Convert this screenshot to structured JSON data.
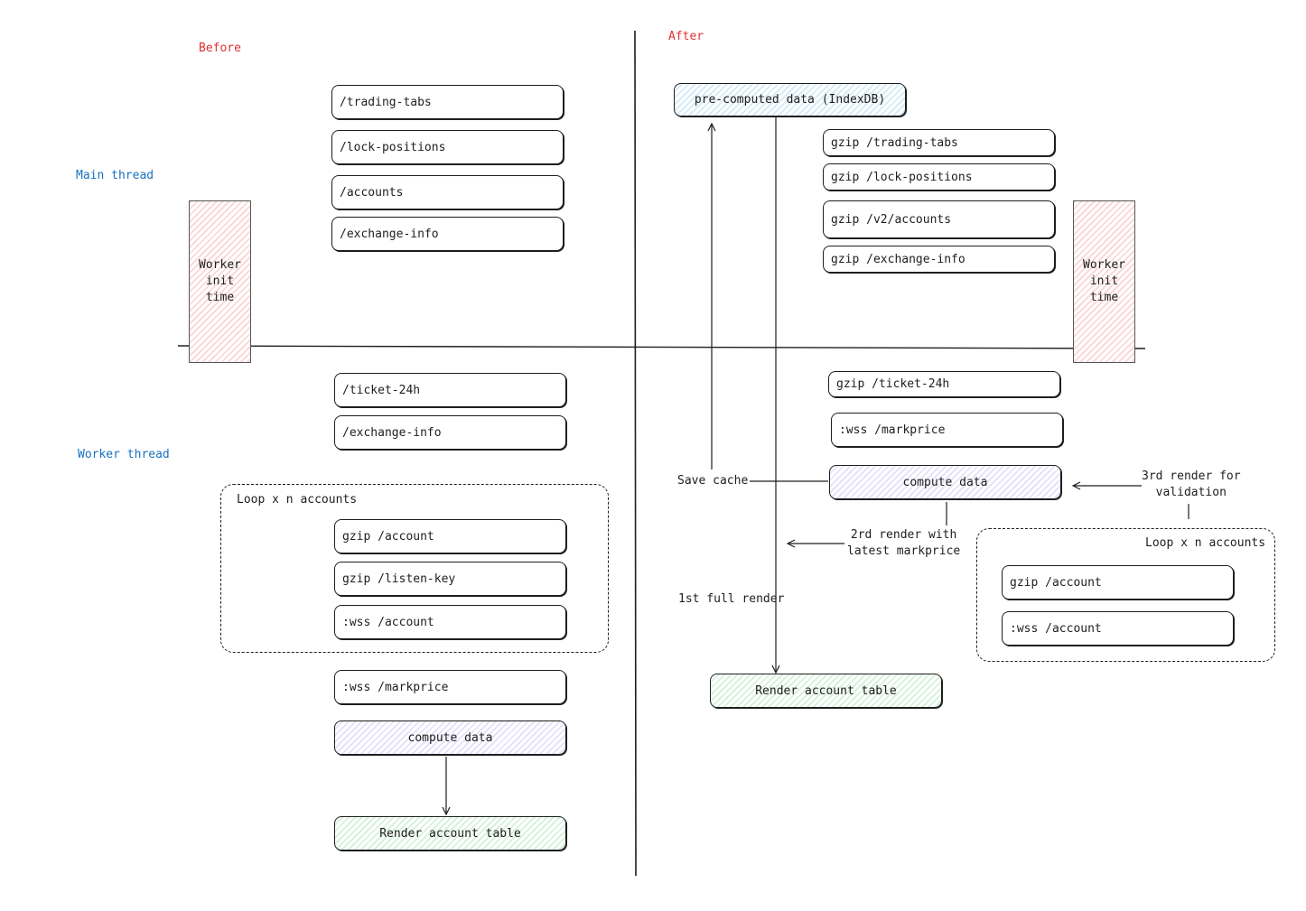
{
  "before": {
    "title": "Before",
    "main_thread_label": "Main thread",
    "worker_thread_label": "Worker thread",
    "worker_init_label": "Worker\ninit time",
    "main_requests": [
      "/trading-tabs",
      "/lock-positions",
      "/accounts",
      "/exchange-info"
    ],
    "worker_requests": [
      "/ticket-24h",
      "/exchange-info"
    ],
    "loop_label": "Loop x n accounts",
    "loop_items": [
      "gzip /account",
      "gzip /listen-key",
      ":wss /account"
    ],
    "markprice": ":wss /markprice",
    "compute": "compute data",
    "render": "Render account table"
  },
  "after": {
    "title": "After",
    "precomputed": "pre-computed data (IndexDB)",
    "worker_init_label": "Worker\ninit time",
    "main_requests": [
      "gzip /trading-tabs",
      "gzip /lock-positions",
      "gzip /v2/accounts",
      "gzip /exchange-info"
    ],
    "worker_requests": [
      "gzip /ticket-24h",
      ":wss /markprice"
    ],
    "compute": "compute data",
    "save_cache": "Save cache",
    "third_render": "3rd render for\nvalidation",
    "second_render": "2rd render with\nlatest markprice",
    "first_render": "1st full render",
    "loop_label": "Loop x n accounts",
    "loop_items": [
      "gzip /account",
      ":wss /account"
    ],
    "render": "Render account table"
  },
  "colors": {
    "title_red": "#e03131",
    "thread_blue": "#1971c2",
    "compute_fill": "#e5e3fb",
    "render_fill": "#d7f2dc",
    "cache_fill": "#d6ecf7",
    "worker_fill": "#fbd9d9"
  }
}
